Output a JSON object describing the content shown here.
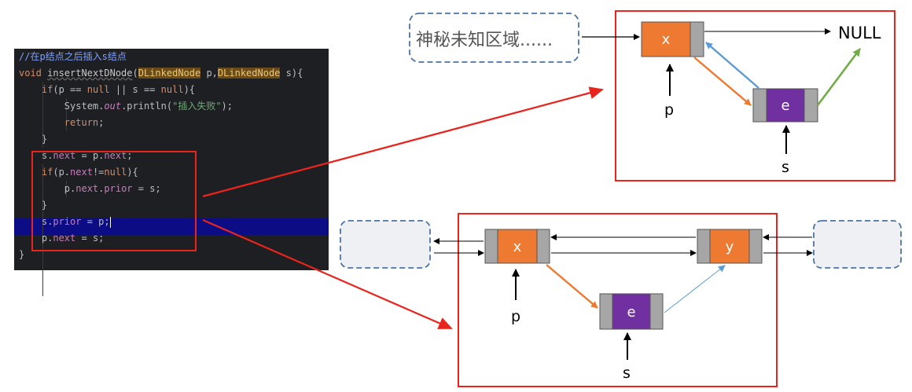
{
  "code": {
    "lines": [
      "//在p结点之后插入s结点",
      "void insertNextDNode(DLinkedNode p,DLinkedNode s){",
      "    if(p == null || s == null){",
      "        System.out.println(\"插入失败\");",
      "        return;",
      "    }",
      "    s.next = p.next;",
      "    if(p.next!=null){",
      "        p.next.prior = s;",
      "    }",
      "    s.prior = p;",
      "    p.next = s;",
      "}"
    ]
  },
  "top": {
    "unknown_region": "神秘未知区域......",
    "node_x": "x",
    "node_e": "e",
    "null_label": "NULL",
    "pointer_p": "p",
    "pointer_s": "s"
  },
  "bottom": {
    "node_x": "x",
    "node_y": "y",
    "node_e": "e",
    "pointer_p": "p",
    "pointer_s": "s"
  },
  "colors": {
    "frame_red": "#e8241c",
    "node_orange": "#ee7a31",
    "node_purple": "#7030a0",
    "node_gray": "#a6a6a6",
    "arrow_blue": "#5b9bd5",
    "arrow_green": "#70ad47",
    "dashed_blue": "#4a73a8",
    "region_fill": "#eef0f4"
  }
}
